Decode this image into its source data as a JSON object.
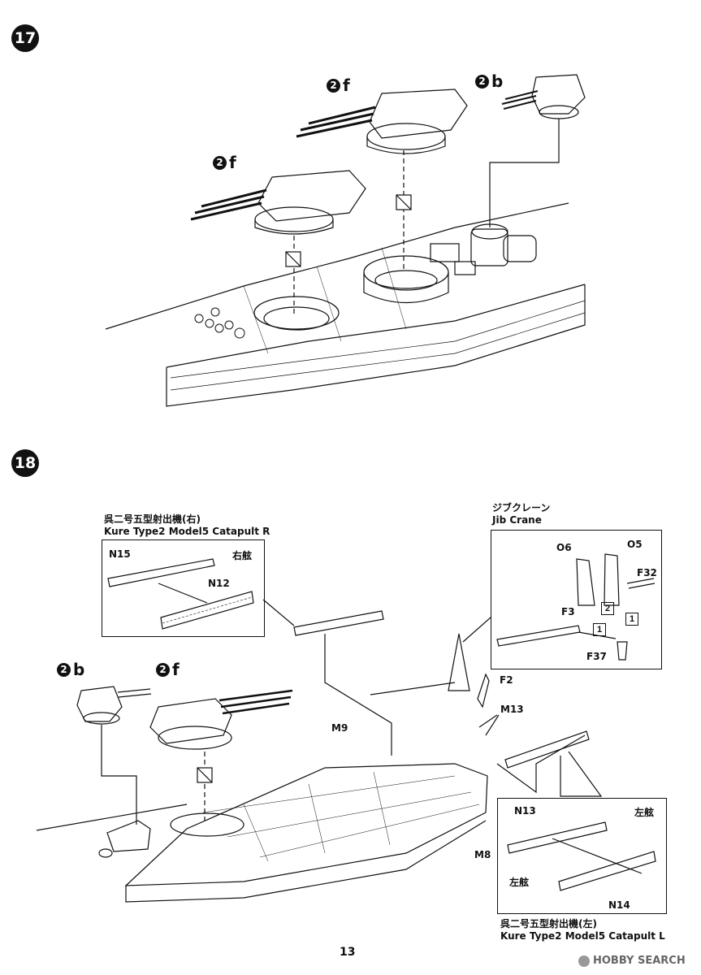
{
  "step17": {
    "number": "17",
    "part_refs": [
      {
        "num": "2",
        "letter": "f"
      },
      {
        "num": "2",
        "letter": "b"
      },
      {
        "num": "2",
        "letter": "f"
      }
    ]
  },
  "step18": {
    "number": "18",
    "part_refs": [
      {
        "num": "2",
        "letter": "b"
      },
      {
        "num": "2",
        "letter": "f"
      }
    ],
    "catapult_r": {
      "title_jp": "呉二号五型射出機(右)",
      "title_en": "Kure Type2 Model5 Catapult R",
      "side_label": "右舷",
      "parts": [
        "N15",
        "N12"
      ]
    },
    "catapult_l": {
      "title_jp": "呉二号五型射出機(左)",
      "title_en": "Kure Type2 Model5 Catapult L",
      "side_label": "左舷",
      "side_label_2": "左舷",
      "parts": [
        "N13",
        "N14"
      ]
    },
    "jib_crane": {
      "title_jp": "ジブクレーン",
      "title_en": "Jib Crane",
      "parts": [
        "O6",
        "O5",
        "F32",
        "F3",
        "F37"
      ],
      "order": [
        "2",
        "1",
        "1"
      ]
    },
    "hull_parts": [
      "M9",
      "F2",
      "M13",
      "M8"
    ]
  },
  "page_number": "13",
  "watermark": "HOBBY SEARCH"
}
